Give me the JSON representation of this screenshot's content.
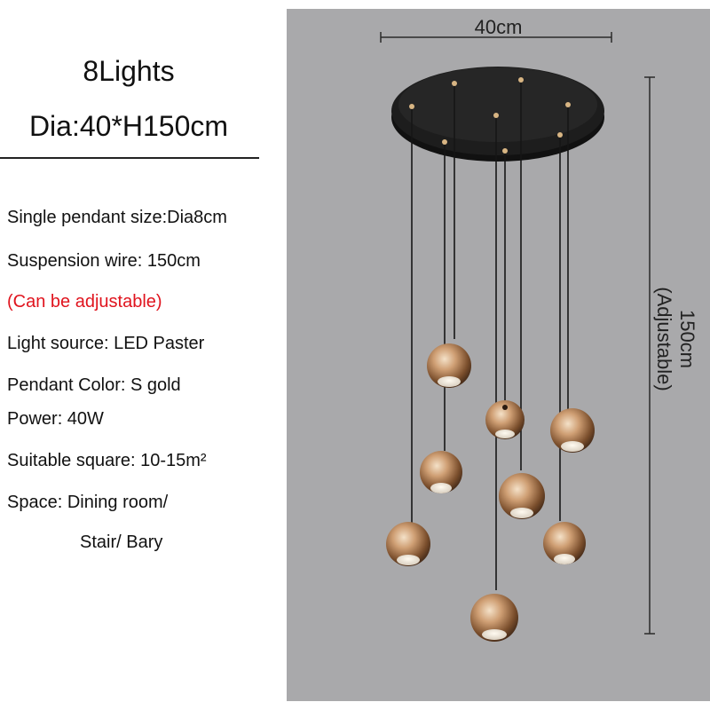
{
  "header": {
    "lights": "8Lights",
    "dimensions": "Dia:40*H150cm"
  },
  "specs": {
    "pendant_size": "Single pendant size:Dia8cm",
    "wire": "Suspension wire: 150cm",
    "adjustable_note": "(Can be adjustable)",
    "light_source": "Light source: LED Paster",
    "pendant_color": "Pendant Color: S gold",
    "power": "Power: 40W",
    "square": "Suitable square: 10-15m²",
    "space": "Space: Dining room/",
    "space_cont": "Stair/ Bary"
  },
  "photo": {
    "width_label": "40cm",
    "height_label": "150cm",
    "height_note": "(Adjustable)"
  },
  "colors": {
    "note_red": "#e0141e",
    "photo_bg": "#a9a9ab",
    "canopy": "#1d1d1d",
    "globe_gold": "#c99a6e"
  }
}
